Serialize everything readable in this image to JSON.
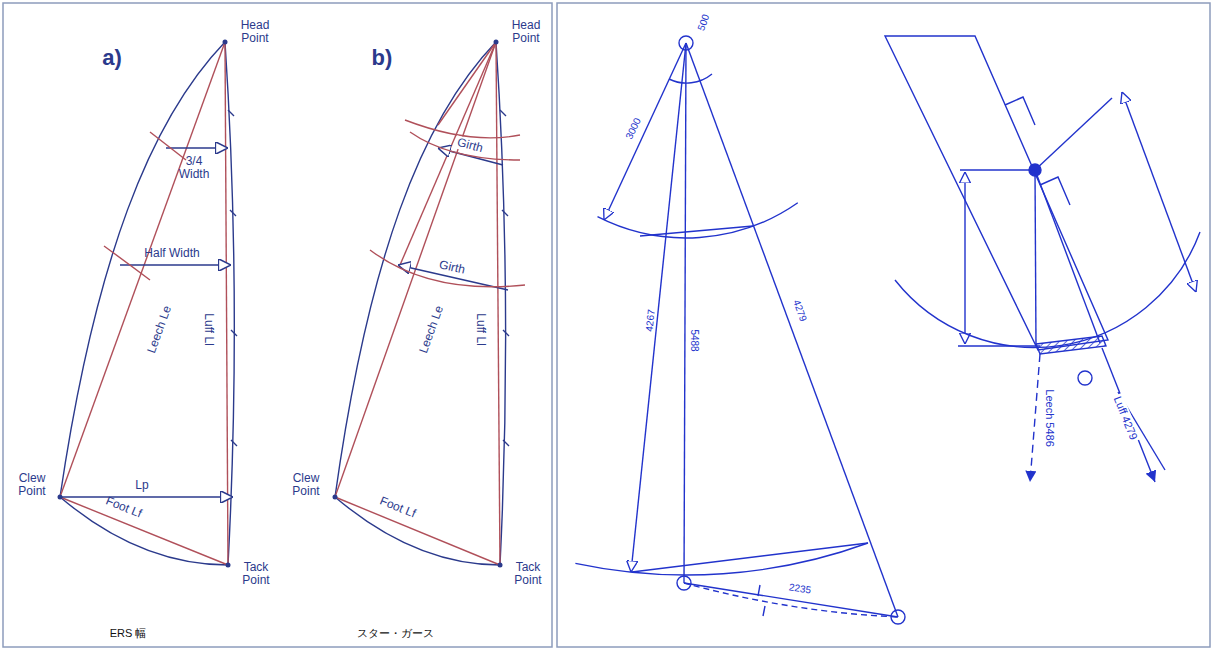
{
  "diagram": {
    "labels": [
      "a)",
      "Head Point",
      "3/4 Width",
      "Half Width",
      "Leech Le",
      "Luff Ll",
      "Clew Point",
      "Lp",
      "Foot Lf",
      "Tack Point",
      "ERS 幅",
      "b)",
      "Head Point",
      "Girth",
      "Girth",
      "Leech Le",
      "Luff Ll",
      "Clew Point",
      "Foot Lf",
      "Tack Point",
      "スター・ガース",
      "500",
      "3000",
      "4267",
      "5488",
      "4279",
      "2235",
      "Leech 5486",
      "Luff 4279"
    ]
  }
}
